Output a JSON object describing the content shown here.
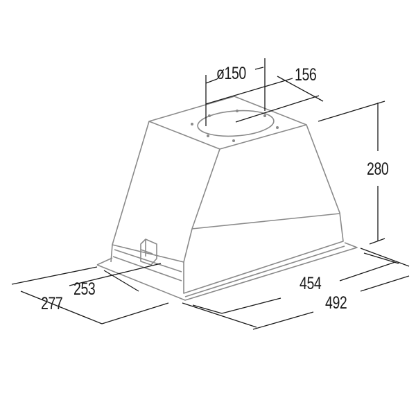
{
  "dimensions": {
    "duct_diameter": "ø150",
    "duct_offset": "156",
    "height": "280",
    "body_width": "454",
    "total_width": "492",
    "body_depth": "253",
    "total_depth": "277"
  },
  "colors": {
    "outline": "#8a8a8a",
    "dimension": "#1a1a1a"
  }
}
